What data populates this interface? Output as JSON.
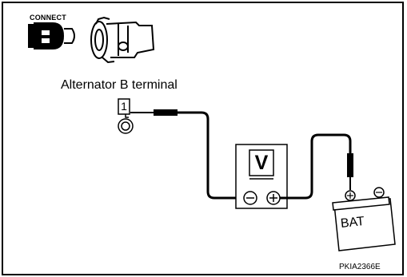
{
  "header": {
    "connect_label": "CONNECT",
    "icons": [
      "connector-plug-icon",
      "alternator-icon"
    ]
  },
  "diagram": {
    "terminal_caption": "Alternator B terminal",
    "pin_number": "1",
    "meter_label": "V",
    "meter_negative_symbol": "⊖",
    "meter_positive_symbol": "⊕",
    "battery_label": "BAT",
    "figure_code": "PKIA2366E"
  },
  "colors": {
    "line": "#000000",
    "background": "#ffffff"
  }
}
